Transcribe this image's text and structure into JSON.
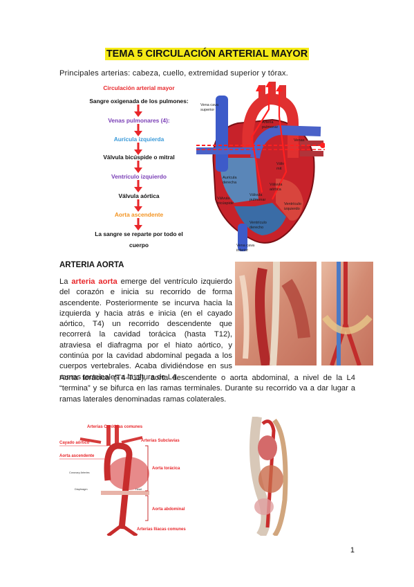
{
  "title": "TEMA 5 CIRCULACIÓN ARTERIAL MAYOR",
  "intro": "Principales arterias: cabeza, cuello, extremidad superior y tórax.",
  "flowchart": {
    "title": "Circulación arterial mayor",
    "steps": [
      {
        "text": "Sangre oxigenada de los pulmones:",
        "color": "#111111"
      },
      {
        "text": "Venas pulmonares (4):",
        "color": "#7a3fb6"
      },
      {
        "text": "Aurícula izquierda",
        "color": "#3a9ad9"
      },
      {
        "text": "Válvula bicúspide o mitral",
        "color": "#111111"
      },
      {
        "text": "Ventrículo izquierdo",
        "color": "#7a3fb6"
      },
      {
        "text": "Válvula aórtica",
        "color": "#111111"
      },
      {
        "text": "Aorta ascendente",
        "color": "#f39422"
      },
      {
        "text": "La sangre se reparte por todo el",
        "color": "#111111"
      },
      {
        "text": "cuerpo",
        "color": "#111111"
      }
    ],
    "title_color": "#e8262a",
    "arrow_color": "#e8262a"
  },
  "heart_labels": {
    "vena_cava_superior": [
      "Vena cava",
      "superior"
    ],
    "arteria_pulmonar": [
      "Arteria",
      "pulmonar"
    ],
    "venas": "Venas",
    "auricula_derecha": [
      "Aurícula",
      "derecha"
    ],
    "valvula_tricuspide": [
      "Válvula",
      "tricúspide"
    ],
    "valvula_pulmonar": [
      "Válvula",
      "pulmonar"
    ],
    "valvula_aortica": [
      "Válvula",
      "aórtica"
    ],
    "ventriculo_derecho": [
      "Ventrículo",
      "derecho"
    ],
    "ventriculo_izquierdo": [
      "Ventrículo",
      "izquierdo"
    ],
    "vena_cava_inferior": [
      "Vena cava",
      "inferior"
    ],
    "valv": [
      "Válv",
      "mit"
    ]
  },
  "section_heading": "ARTERIA AORTA",
  "aorta_paragraph": {
    "prefix": "La ",
    "highlight": "arteria aorta",
    "body": " emerge del ventrículo izquierdo del corazón e inicia su recorrido de forma ascendente. Posteriormente se incurva hacia la izquierda y hacia atrás e inicia (en el cayado aórtico, T4) un recorrido descendente que recorrerá la cavidad torácica (hasta T12), atraviesa el diafragma por el hiato aórtico, y continúa por la cavidad abdominal pegada a los cuerpos vertebrales. Acaba dividiéndose en sus ramas terminales a la altura de L4."
  },
  "paragraph2": "Aorta torácica (T4-T12), aorta descendente o aorta abdominal, a nivel de la L4 “termina” y se bifurca en las ramas terminales. Durante su recorrido va a dar lugar a ramas laterales denominadas ramas colaterales.",
  "aorta_diagram": {
    "labels": {
      "carotidas": "Arterias Carótidas comunes",
      "subclavias": "Arterias Subclavias",
      "cayado": "Cayado aórtico",
      "ascendente": "Aorta ascendente",
      "coronary": "Coronary Arteries",
      "heart": "Heart",
      "diaphragm": "Diaphragm",
      "toracica": "Aorta torácica",
      "abdominal": "Aorta abdominal",
      "iliacas": "Arterias Ilíacas comunes"
    }
  },
  "page_number": "1"
}
